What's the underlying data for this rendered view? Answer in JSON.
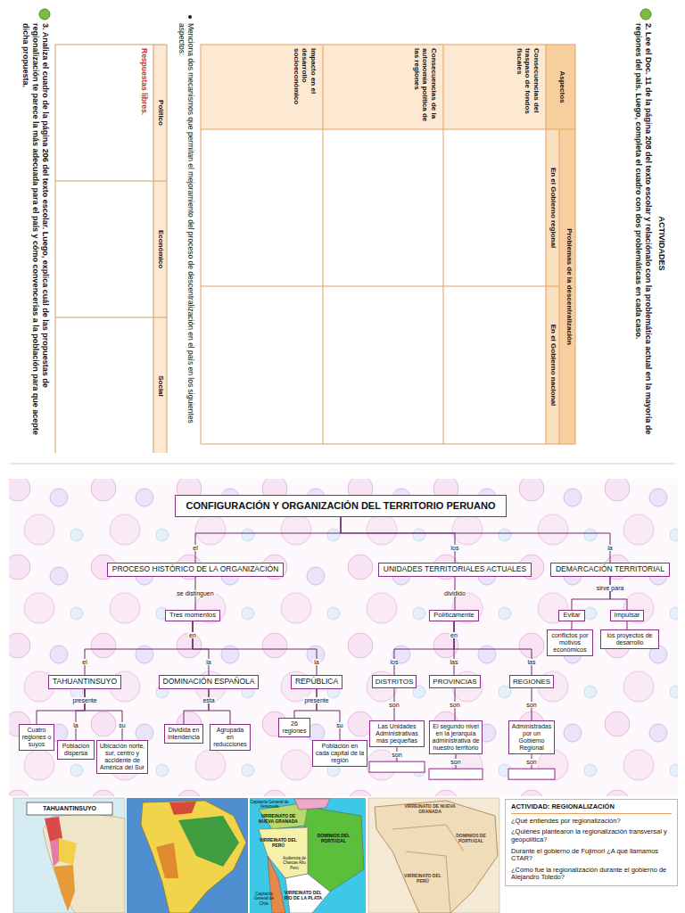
{
  "diagram": {
    "nodes": [
      {
        "text": [
          "CONFIGURACIÓN Y ORGANIZACIÓN DEL TERRITORIO PERUANO"
        ]
      },
      {
        "text": [
          "PROCESO HISTÓRICO DE LA ORGANIZACIÓN"
        ]
      },
      {
        "text": [
          "UNIDADES TERRITORIALES ACTUALES"
        ]
      },
      {
        "text": [
          "DEMARCACIÓN TERRITORIAL"
        ]
      },
      {
        "text": [
          "Tres momentos"
        ]
      },
      {
        "text": [
          "Políticamente"
        ]
      },
      {
        "text": [
          "Evitar"
        ]
      },
      {
        "text": [
          "Impulsar"
        ]
      },
      {
        "text": [
          "conflictos por motivos económicos"
        ]
      },
      {
        "text": [
          "los proyectos de desarrollo"
        ]
      },
      {
        "text": [
          "TAHUANTINSUYO"
        ]
      },
      {
        "text": [
          "DOMINACIÓN ESPAÑOLA"
        ]
      },
      {
        "text": [
          "REPÚBLICA"
        ]
      },
      {
        "text": [
          "DISTRITOS"
        ]
      },
      {
        "text": [
          "PROVINCIAS"
        ]
      },
      {
        "text": [
          "REGIONES"
        ]
      },
      {
        "text": [
          "Cuatro regiones o suyos"
        ]
      },
      {
        "text": [
          "Población dispersa"
        ]
      },
      {
        "text": [
          "Ubicación norte, sur, centro y accidente de América del Sur"
        ]
      },
      {
        "text": [
          "Dividida en intendencia"
        ]
      },
      {
        "text": [
          "Agrupada en reducciones"
        ]
      },
      {
        "text": [
          "26 regiones"
        ]
      },
      {
        "text": [
          "Población en cada capital de la región"
        ]
      },
      {
        "text": [
          "Las Unidades Administrativas más pequeñas"
        ]
      },
      {
        "text": [
          "El segundo nivel en la jerarquía administrativa de nuestro territorio"
        ]
      },
      {
        "text": [
          "Administradas por un Gobierno Regional"
        ]
      },
      {
        "text": [
          "ACTIVIDAD: REGIONALIZACIÓN",
          "¿Qué entiendes por regionalización?",
          "¿Quiénes plantearon la regionalización transversal y geopolítica?",
          "Durante el gobierno de Fujimori ¿A qué llamamos CTAR?",
          "¿Cómo fue la regionalización durante el gobierno de Alejandro Toledo?"
        ]
      }
    ],
    "edges": [
      {
        "from": 0,
        "to": 1,
        "arrow": "none",
        "label": "el"
      },
      {
        "from": 0,
        "to": 2,
        "arrow": "none",
        "label": "los"
      },
      {
        "from": 0,
        "to": 3,
        "arrow": "none",
        "label": "la"
      },
      {
        "from": 1,
        "to": 4,
        "arrow": "none",
        "label": "se distinguen"
      },
      {
        "from": 2,
        "to": 5,
        "arrow": "none",
        "label": "dividido"
      },
      {
        "from": 3,
        "to": 6,
        "arrow": "none"
      },
      {
        "from": 3,
        "to": 7,
        "arrow": "none"
      },
      {
        "from": 6,
        "to": 8,
        "arrow": "none"
      },
      {
        "from": 7,
        "to": 9,
        "arrow": "none"
      },
      {
        "from": 4,
        "to": 10,
        "arrow": "none",
        "label": "el"
      },
      {
        "from": 4,
        "to": 11,
        "arrow": "none",
        "label": "la"
      },
      {
        "from": 4,
        "to": 12,
        "arrow": "none",
        "label": "la"
      },
      {
        "from": 5,
        "to": 13,
        "arrow": "none",
        "label": "los"
      },
      {
        "from": 5,
        "to": 14,
        "arrow": "none",
        "label": "las"
      },
      {
        "from": 5,
        "to": 15,
        "arrow": "none",
        "label": "las"
      },
      {
        "from": 10,
        "to": 16,
        "arrow": "none"
      },
      {
        "from": 10,
        "to": 17,
        "arrow": "none",
        "label": "la"
      },
      {
        "from": 10,
        "to": 18,
        "arrow": "none",
        "label": "su"
      },
      {
        "from": 11,
        "to": 19,
        "arrow": "none"
      },
      {
        "from": 11,
        "to": 20,
        "arrow": "none"
      },
      {
        "from": 12,
        "to": 21,
        "arrow": "none"
      },
      {
        "from": 12,
        "to": 22,
        "arrow": "none",
        "label": "su"
      },
      {
        "from": 13,
        "to": 23,
        "arrow": "none",
        "label": "son"
      },
      {
        "from": 14,
        "to": 24,
        "arrow": "none",
        "label": "son"
      },
      {
        "from": 15,
        "to": 25,
        "arrow": "none",
        "label": "son"
      }
    ],
    "labels": [
      "ACTIVIDADES",
      "2. Lee el Doc. 11 de la página 208 del texto escolar y relaciónalo con la problemática actual en la mayoría de regiones del país. Luego, completa el cuadro con dos problemáticas en cada caso.",
      "Aspectos",
      "Problemas de la descentralización",
      "En el Gobierno regional",
      "En el Gobierno nacional",
      "Consecuencias del traspaso de fondos fiscales",
      "Consecuencias de la autonomía política de las regiones",
      "Impacto en el desarrollo socioeconómico",
      "Menciona dos mecanismos que permitan el mejoramiento del proceso de descentralización en el país en los siguientes aspectos:",
      "Político",
      "Económico",
      "Social",
      "Respuestas libres.",
      "3. Analiza el cuadro de la página 206 del texto escolar. Luego, explica cuál de las propuestas de regionalización te parece la más adecuada para el país y cómo convencerías a la población para que acepte dicha propuesta.",
      "en",
      "sirve para",
      "en",
      "presente",
      "esta",
      "presente",
      "son",
      "son",
      "son",
      "TAHUANTINSUYO",
      "Capitanía General de Venezuela",
      "VIRREINATO DE NUEVA GRANADA",
      "VIRREINATO DEL PERÚ",
      "DOMINIOS DEL PORTUGAL",
      "Audiencia de Charcas Alto Perú",
      "Capitanía General de Chile",
      "VIRREINATO DEL RÍO DE LA PLATA",
      "VIRREINATO DE NUEVA GRANADA",
      "DOMINIOS DE PORTUGAL",
      "VIRREINATO DEL PERÚ"
    ]
  }
}
